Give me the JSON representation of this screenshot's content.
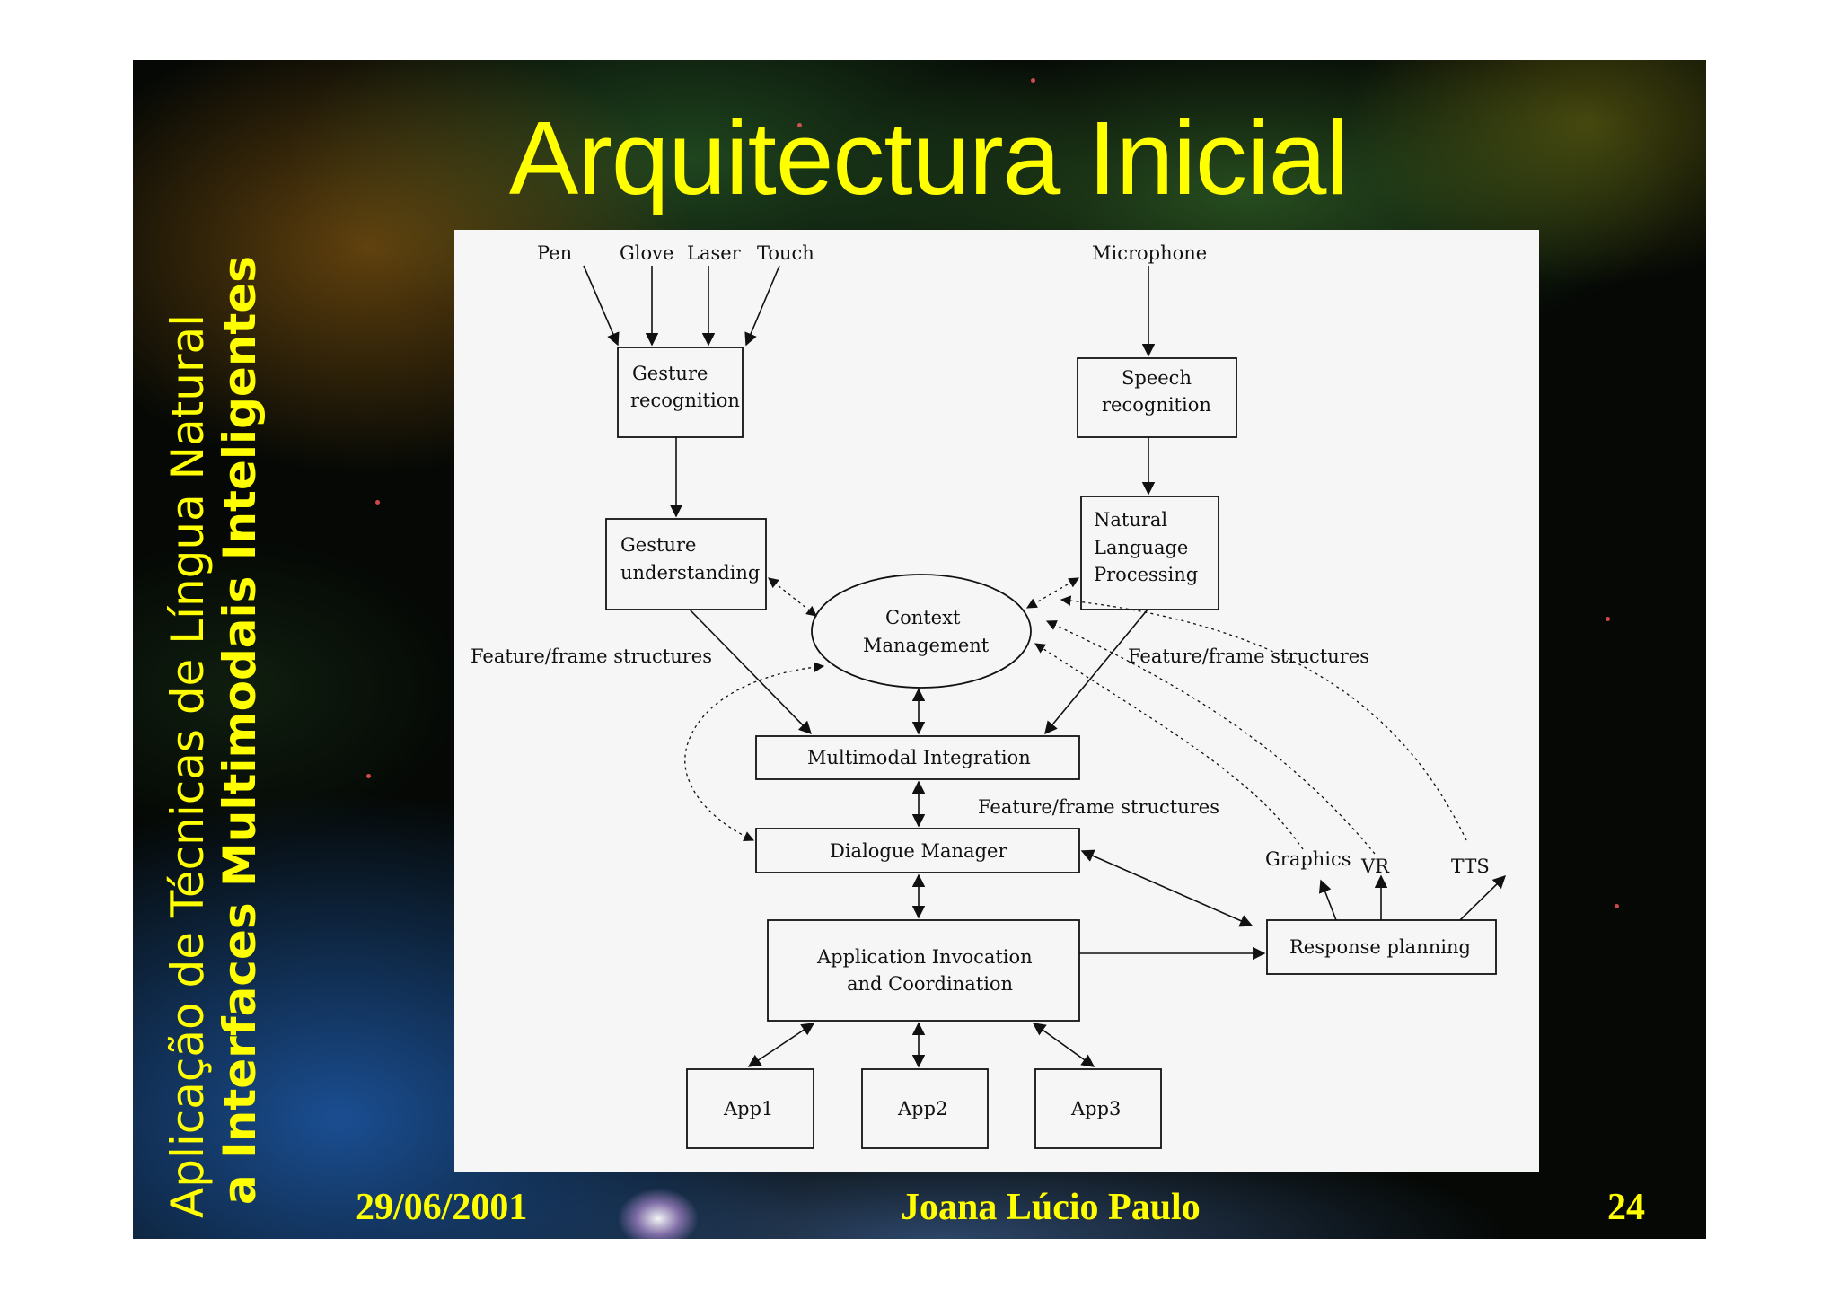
{
  "slide": {
    "title": "Arquitectura Inicial",
    "sidebar": {
      "line1": "Aplicação de Técnicas de Língua Natural",
      "line2": "a Interfaces Multimodais Inteligentes"
    },
    "footer": {
      "date": "29/06/2001",
      "author": "Joana Lúcio Paulo",
      "page": "24"
    },
    "colors": {
      "title": "#ffff00",
      "background": "#050805",
      "diagram_bg": "#f6f6f6"
    }
  },
  "diagram": {
    "inputs": {
      "pen": "Pen",
      "glove": "Glove",
      "laser": "Laser",
      "touch": "Touch",
      "microphone": "Microphone"
    },
    "nodes": {
      "gesture_recognition": [
        "Gesture",
        "recognition"
      ],
      "speech_recognition": [
        "Speech",
        "recognition"
      ],
      "gesture_understanding": [
        "Gesture",
        "understanding"
      ],
      "nlp": [
        "Natural",
        "Language",
        "Processing"
      ],
      "context_management": [
        "Context",
        "Management"
      ],
      "multimodal_integration": "Multimodal Integration",
      "dialogue_manager": "Dialogue Manager",
      "application_invocation": [
        "Application Invocation",
        "and Coordination"
      ],
      "response_planning": "Response planning",
      "app1": "App1",
      "app2": "App2",
      "app3": "App3"
    },
    "edge_labels": {
      "left": "Feature/frame structures",
      "right": "Feature/frame structures",
      "middle": "Feature/frame structures"
    },
    "outputs": {
      "graphics": "Graphics",
      "vr": "VR",
      "tts": "TTS"
    }
  }
}
